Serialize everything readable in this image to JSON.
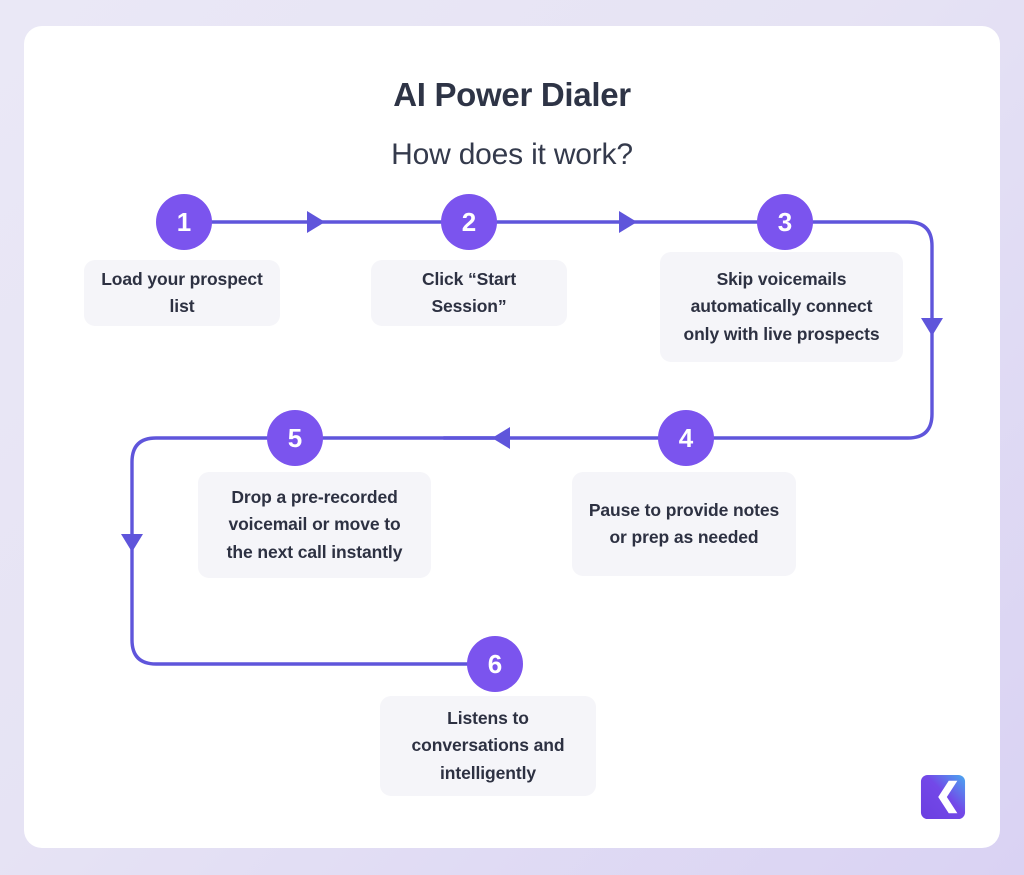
{
  "page": {
    "background_color": "#E7E4F5",
    "card_color": "#FFFFFF"
  },
  "header": {
    "title": "AI Power Dialer",
    "subtitle": "How does it work?"
  },
  "theme": {
    "accent_circle": "#7B54EE",
    "accent_line": "#5F55DB",
    "card_bg": "#F5F5F9",
    "text_color": "#2D3142"
  },
  "flow": {
    "type": "serpentine-process",
    "steps": [
      {
        "number": "1",
        "text": "Load your prospect list"
      },
      {
        "number": "2",
        "text": "Click “Start Session”"
      },
      {
        "number": "3",
        "text": "Skip voicemails automatically connect only with live prospects"
      },
      {
        "number": "4",
        "text": "Pause to provide notes or prep as needed"
      },
      {
        "number": "5",
        "text": "Drop a pre-recorded voicemail or move to the next call instantly"
      },
      {
        "number": "6",
        "text": "Listens to conversations and intelligently"
      }
    ]
  },
  "logo": {
    "name": "brand-k-logo",
    "colors": [
      "#6B3FE0",
      "#4AA9F0",
      "#FFFFFF"
    ]
  }
}
